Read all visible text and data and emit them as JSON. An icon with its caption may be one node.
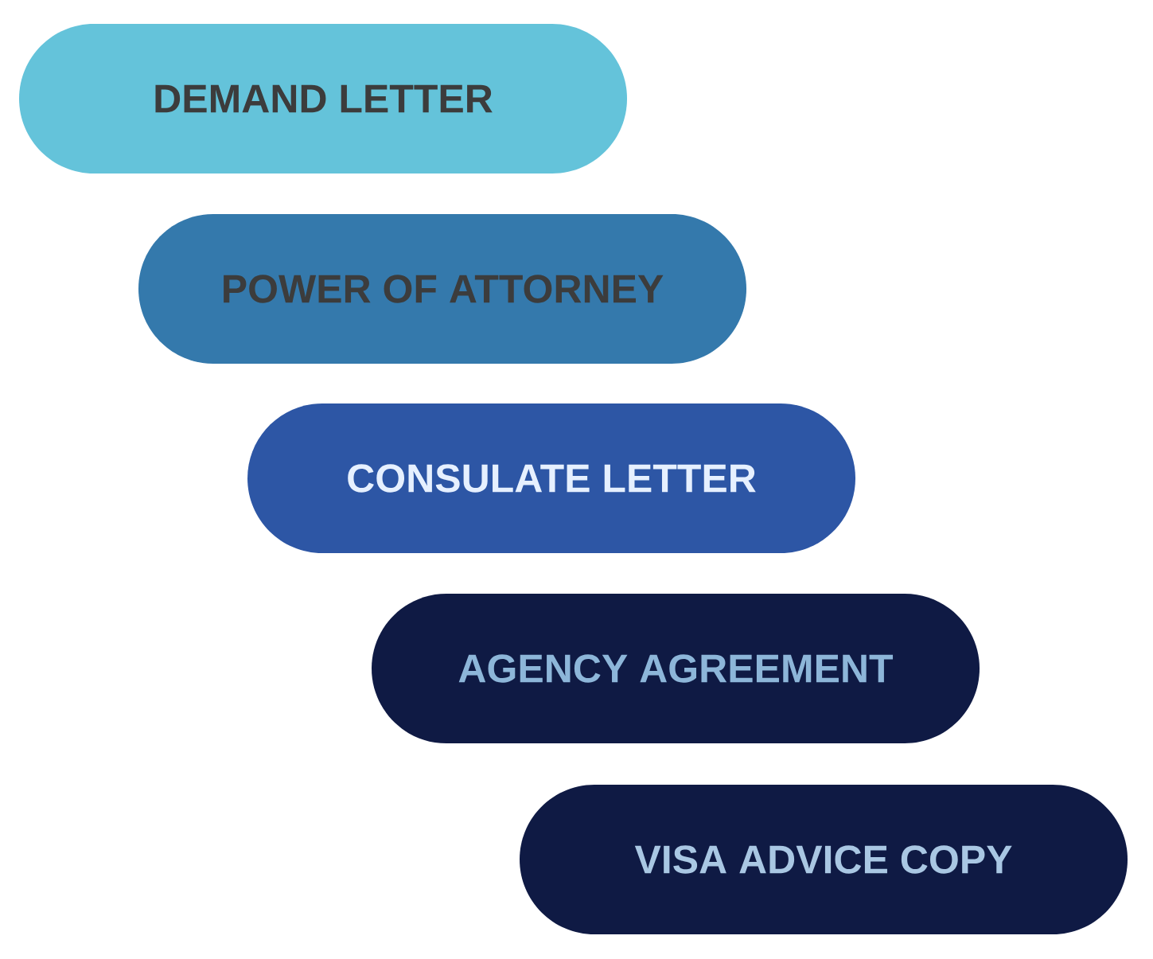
{
  "diagram": {
    "nodes": [
      {
        "text": [
          "DEMAND LETTER"
        ]
      },
      {
        "text": [
          "POWER OF ATTORNEY"
        ]
      },
      {
        "text": [
          "CONSULATE LETTER"
        ]
      },
      {
        "text": [
          "AGENCY AGREEMENT"
        ]
      },
      {
        "text": [
          "VISA ADVICE COPY"
        ]
      }
    ]
  }
}
